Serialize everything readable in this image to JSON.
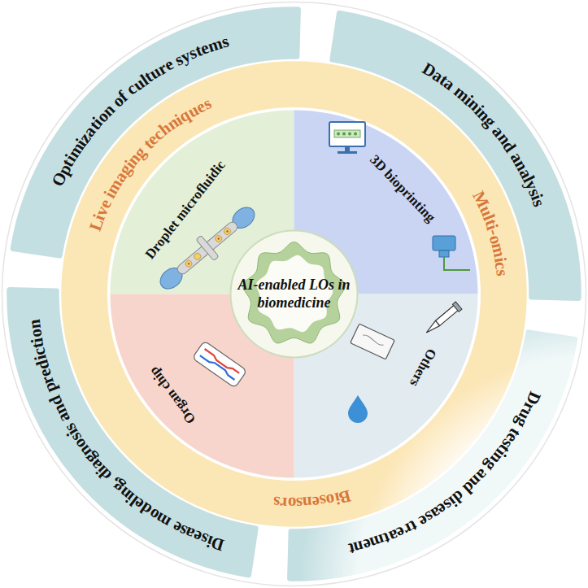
{
  "diagram": {
    "nodes": [
      {
        "text": [
          "Optimization of culture systems"
        ]
      },
      {
        "text": [
          "Data mining and analysis"
        ]
      },
      {
        "text": [
          "Drug testing and disease treatment"
        ]
      },
      {
        "text": [
          "Disease modeling, diagnosis and prediction"
        ]
      },
      {
        "text": [
          "Live imaging techniques",
          "Multi-omics",
          "Biosensors"
        ]
      },
      {
        "text": [
          "Droplet microfluidic"
        ]
      },
      {
        "text": [
          "3D bioprinting"
        ]
      },
      {
        "text": [
          "Others"
        ]
      },
      {
        "text": [
          "Organ chip"
        ]
      },
      {
        "text": [
          "AI-enabled LOs in biomedicine"
        ]
      }
    ]
  }
}
